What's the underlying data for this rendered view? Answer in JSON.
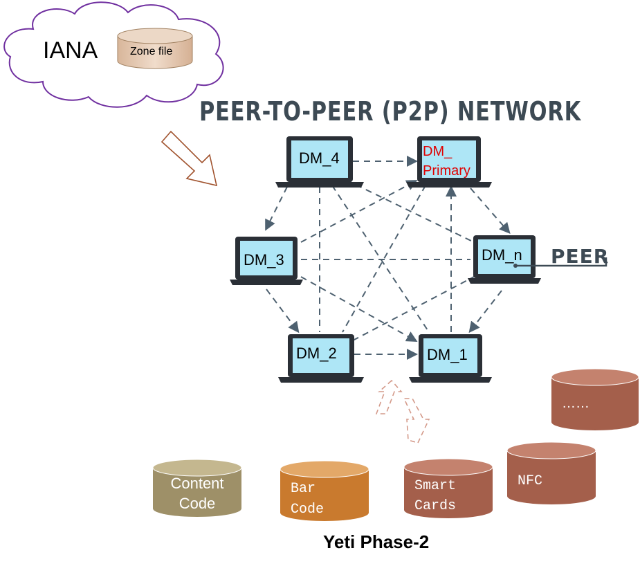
{
  "cloud": {
    "label": "IANA",
    "zone_file": "Zone file"
  },
  "network_title": "PEER-TO-PEER (P2P) NETWORK",
  "peer_label": "PEER",
  "nodes": {
    "dm4": "DM_4",
    "dm_primary_line1": "DM_",
    "dm_primary_line2": "Primary",
    "dm3": "DM_3",
    "dm_n": "DM_n",
    "dm2": "DM_2",
    "dm1": "DM_1"
  },
  "databases": {
    "content_code_line1": "Content",
    "content_code_line2": "Code",
    "bar_code_line1": "Bar",
    "bar_code_line2": "Code",
    "smart_cards_line1": "Smart",
    "smart_cards_line2": "Cards",
    "nfc": "NFC",
    "more": "……"
  },
  "caption": "Yeti Phase-2",
  "colors": {
    "cloud_stroke": "#7030a0",
    "laptop_screen": "#aee6f6",
    "laptop_body": "#2a2f36",
    "link_line": "#4e6170",
    "primary_text": "#e00000",
    "content_code_db": "#9e9068",
    "bar_code_db": "#c97a2e",
    "brown_db": "#a45f4b",
    "hollow_arrow": "#a0522d",
    "dashed_arrow": "#d49a8a"
  }
}
